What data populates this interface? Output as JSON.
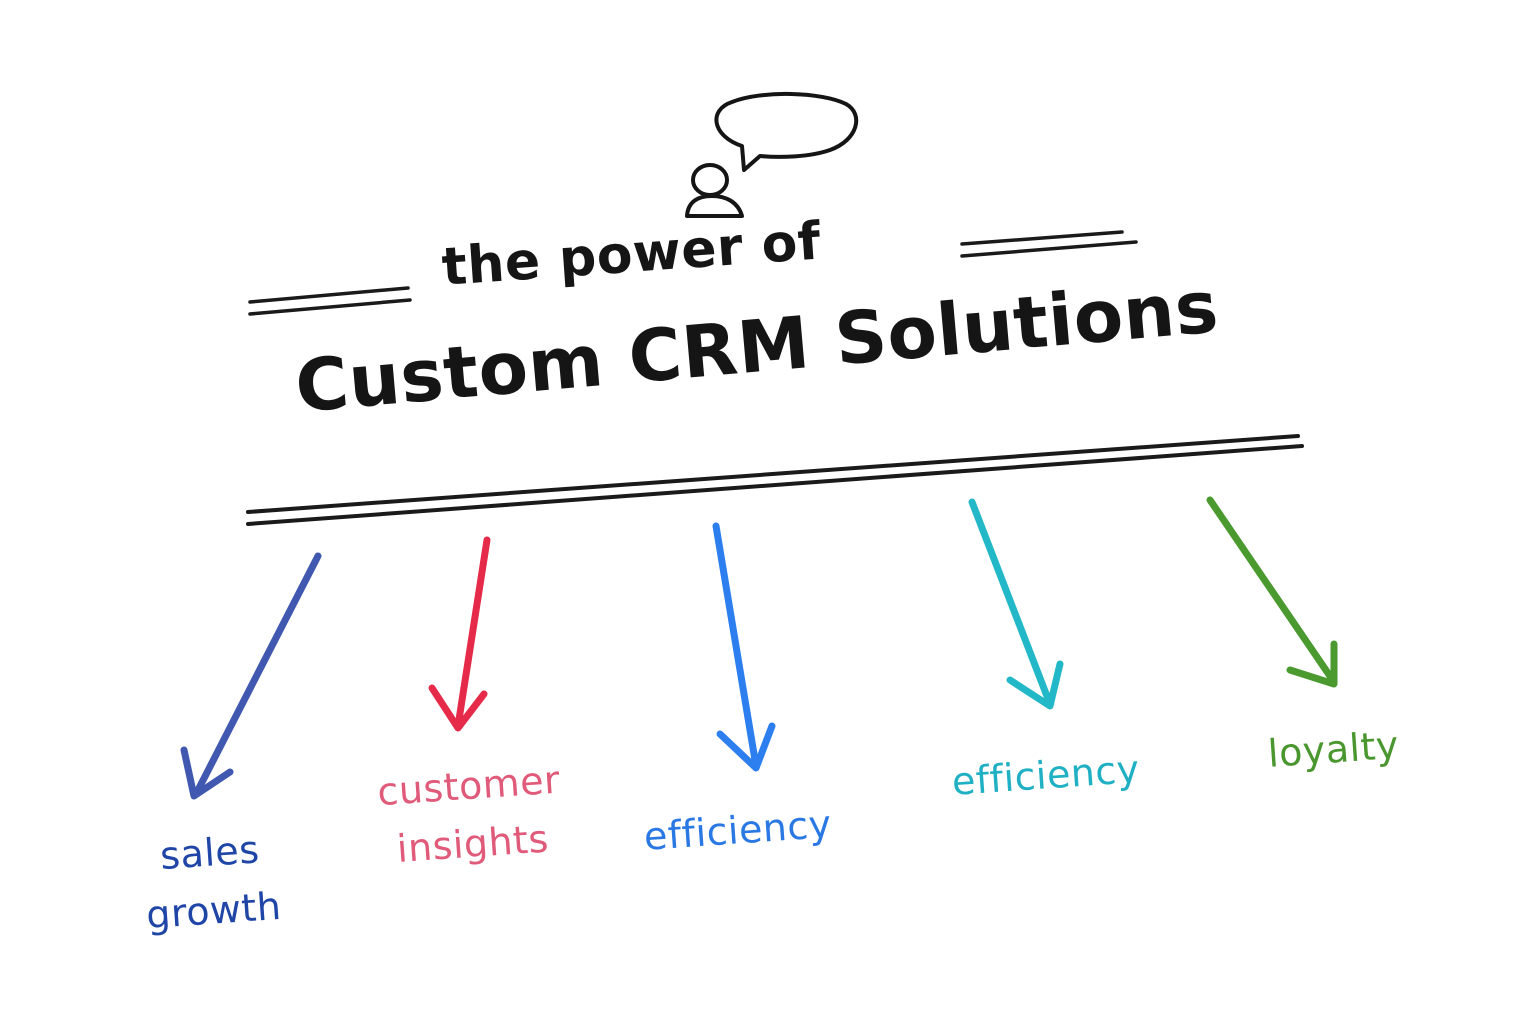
{
  "header": {
    "subtitle": "the power of",
    "title": "Custom CRM Solutions"
  },
  "icons": {
    "person": "person-icon",
    "speech": "speech-bubble-icon"
  },
  "branches": [
    {
      "lines": [
        "sales",
        "growth"
      ],
      "color": "#1f45a7",
      "arrow_color": "#4058b0"
    },
    {
      "lines": [
        "customer",
        "insights"
      ],
      "color": "#e05a7a",
      "arrow_color": "#e62b4a"
    },
    {
      "lines": [
        "efficiency"
      ],
      "color": "#2a78e4",
      "arrow_color": "#2d7ff0"
    },
    {
      "lines": [
        "efficiency"
      ],
      "color": "#1fb0c3",
      "arrow_color": "#22b8c8"
    },
    {
      "lines": [
        "loyalty"
      ],
      "color": "#4a962f",
      "arrow_color": "#4a9a2f"
    }
  ]
}
